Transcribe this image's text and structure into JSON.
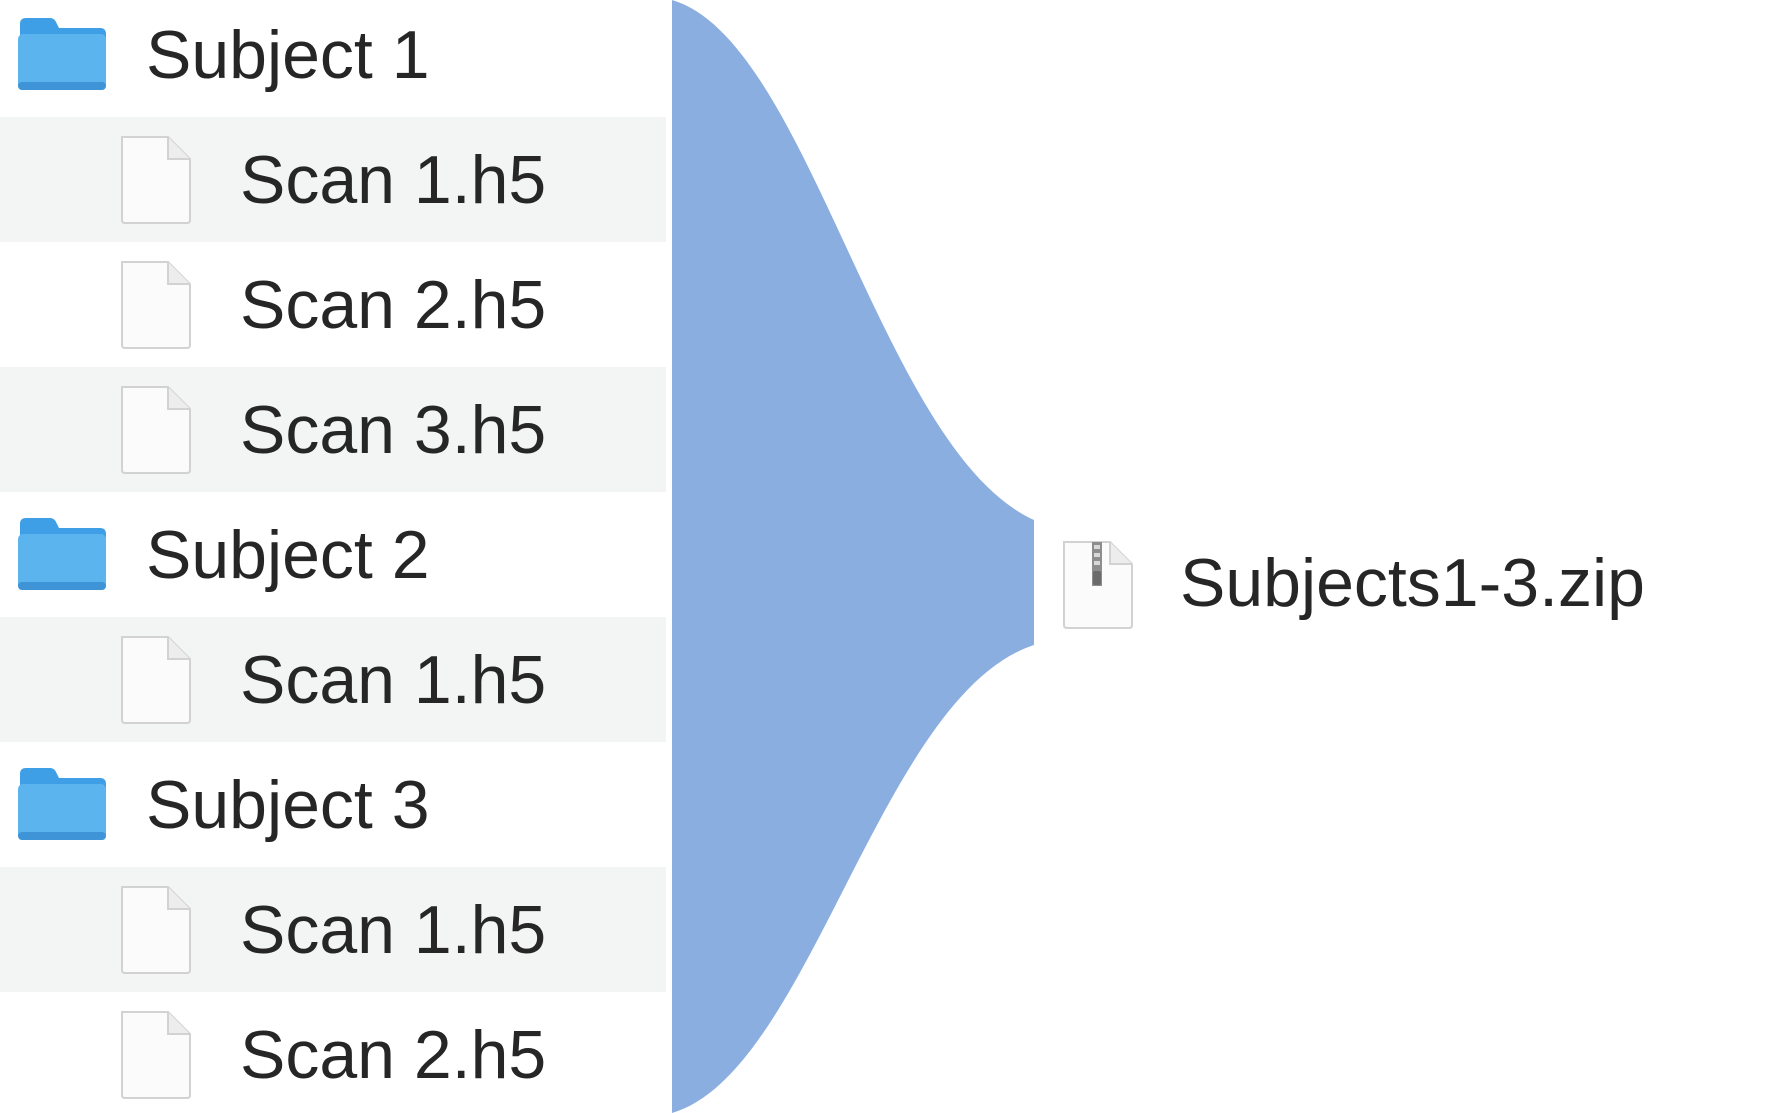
{
  "file_list": {
    "rows": [
      {
        "kind": "folder",
        "label": "Subject 1",
        "icon": "folder-icon"
      },
      {
        "kind": "file",
        "label": "Scan 1.h5",
        "icon": "document-icon"
      },
      {
        "kind": "file",
        "label": "Scan 2.h5",
        "icon": "document-icon"
      },
      {
        "kind": "file",
        "label": "Scan 3.h5",
        "icon": "document-icon"
      },
      {
        "kind": "folder",
        "label": "Subject 2",
        "icon": "folder-icon"
      },
      {
        "kind": "file",
        "label": "Scan 1.h5",
        "icon": "document-icon"
      },
      {
        "kind": "folder",
        "label": "Subject 3",
        "icon": "folder-icon"
      },
      {
        "kind": "file",
        "label": "Scan 1.h5",
        "icon": "document-icon"
      },
      {
        "kind": "file",
        "label": "Scan 2.h5",
        "icon": "document-icon"
      }
    ]
  },
  "output": {
    "label": "Subjects1-3.zip",
    "icon": "zip-archive-icon"
  },
  "colors": {
    "funnel": "#8aaee0",
    "folder": "#5bb4ee",
    "row_stripe": "#f3f4f4"
  }
}
